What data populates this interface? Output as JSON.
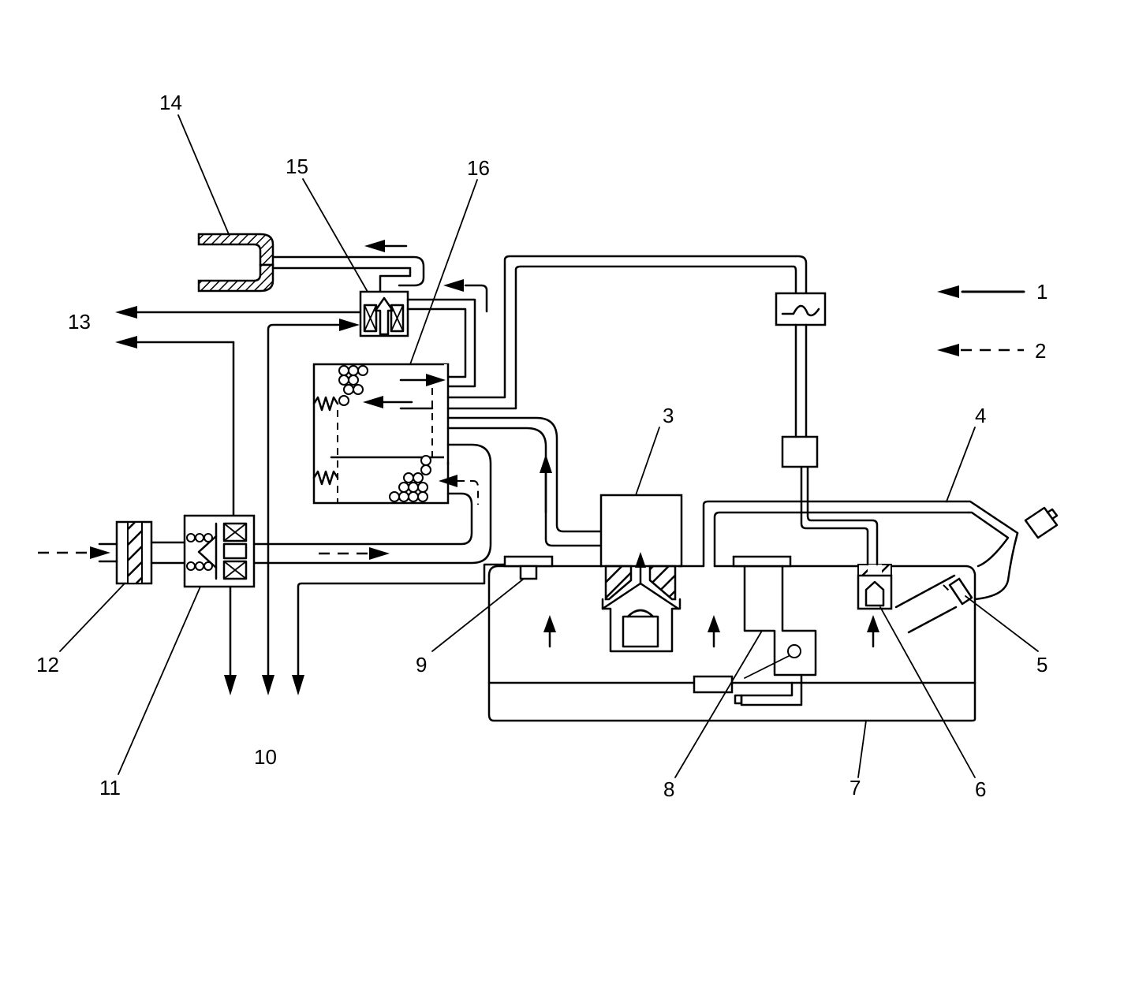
{
  "callouts": {
    "c1": "1",
    "c2": "2",
    "c3": "3",
    "c4": "4",
    "c5": "5",
    "c6": "6",
    "c7": "7",
    "c8": "8",
    "c9": "9",
    "c10": "10",
    "c11": "11",
    "c12": "12",
    "c13": "13",
    "c14": "14",
    "c15": "15",
    "c16": "16"
  },
  "legend": [
    {
      "number": "1",
      "line_style": "solid"
    },
    {
      "number": "2",
      "line_style": "dashed"
    }
  ],
  "colors": {
    "line": "#000000",
    "background": "#ffffff"
  }
}
